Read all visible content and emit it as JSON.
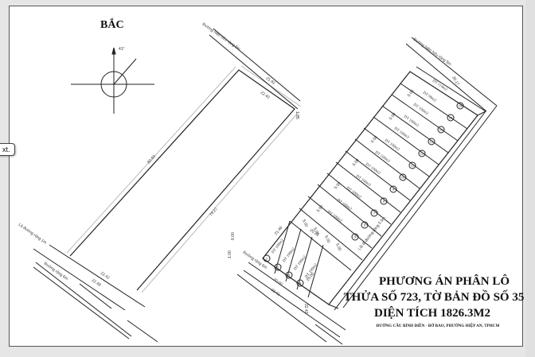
{
  "drawing": {
    "north_label": "BẮC",
    "north_angle": "41°",
    "tooltip_fragment": "xt.",
    "title": {
      "line1": "PHƯƠNG ÁN PHÂN LÔ",
      "line2": "THỬA SỐ 723, TỜ BẢN ĐỒ SỐ 35",
      "line3": "DIỆN TÍCH 1826.3M2",
      "address": "ĐƯỜNG CẦU BÌNH ĐIỀN - BỜ BAO, PHƯỜNG HIỆP AN, TPHCM"
    },
    "roads": {
      "top_left": "Đường hiện hữu rộng 5m",
      "top_right": "Đường hiện hữu rộng 5m",
      "bottom_left_setback": "Lộ đường rộng 1m",
      "bottom_left": "Đường rộng 6m",
      "bottom_right": "Đường rộng 6m",
      "internal": "Lối đi đường rộng 3.5m"
    },
    "original_parcel": {
      "dims": {
        "top_outer": "21.92",
        "top_inner": "22.40",
        "right_short": "1.85",
        "left_long": "82.50",
        "right_long": "79.27",
        "bottom_inner": "22.42",
        "bottom_outer": "22.48"
      }
    },
    "subdivision": {
      "frontage_label": "5.00",
      "dims": {
        "left_side": "21.46",
        "depth_a": "20.00",
        "depth_b": "20.25",
        "bottom_a": "20.00",
        "bottom_b": "22.42",
        "bottom_c": "22.42",
        "side_small": "5.00",
        "setback_a": "6.00",
        "setback_b": "1.00",
        "top_right_depth": "20.17"
      },
      "lots": [
        {
          "no": "1",
          "area": "DT 100m2"
        },
        {
          "no": "2",
          "area": "DT 100m2"
        },
        {
          "no": "3",
          "area": "DT 100m2"
        },
        {
          "no": "4",
          "area": "DT 100m2"
        },
        {
          "no": "5",
          "area": "DT 100m2"
        },
        {
          "no": "6",
          "area": "DT 100m2"
        },
        {
          "no": "7",
          "area": "DT 100m2"
        },
        {
          "no": "8",
          "area": "DT 100m2"
        },
        {
          "no": "9",
          "area": "DT 100m2"
        },
        {
          "no": "10",
          "area": "DT 100m2"
        },
        {
          "no": "11",
          "area": "DT 100m2"
        },
        {
          "no": "12",
          "area": "DT 100m2"
        },
        {
          "no": "13",
          "area": "DT 100m2"
        },
        {
          "no": "14",
          "area": "DT 100m2"
        },
        {
          "no": "15",
          "area": "DT 98m2"
        },
        {
          "no": "16",
          "area": "DT 114m2"
        }
      ]
    }
  }
}
